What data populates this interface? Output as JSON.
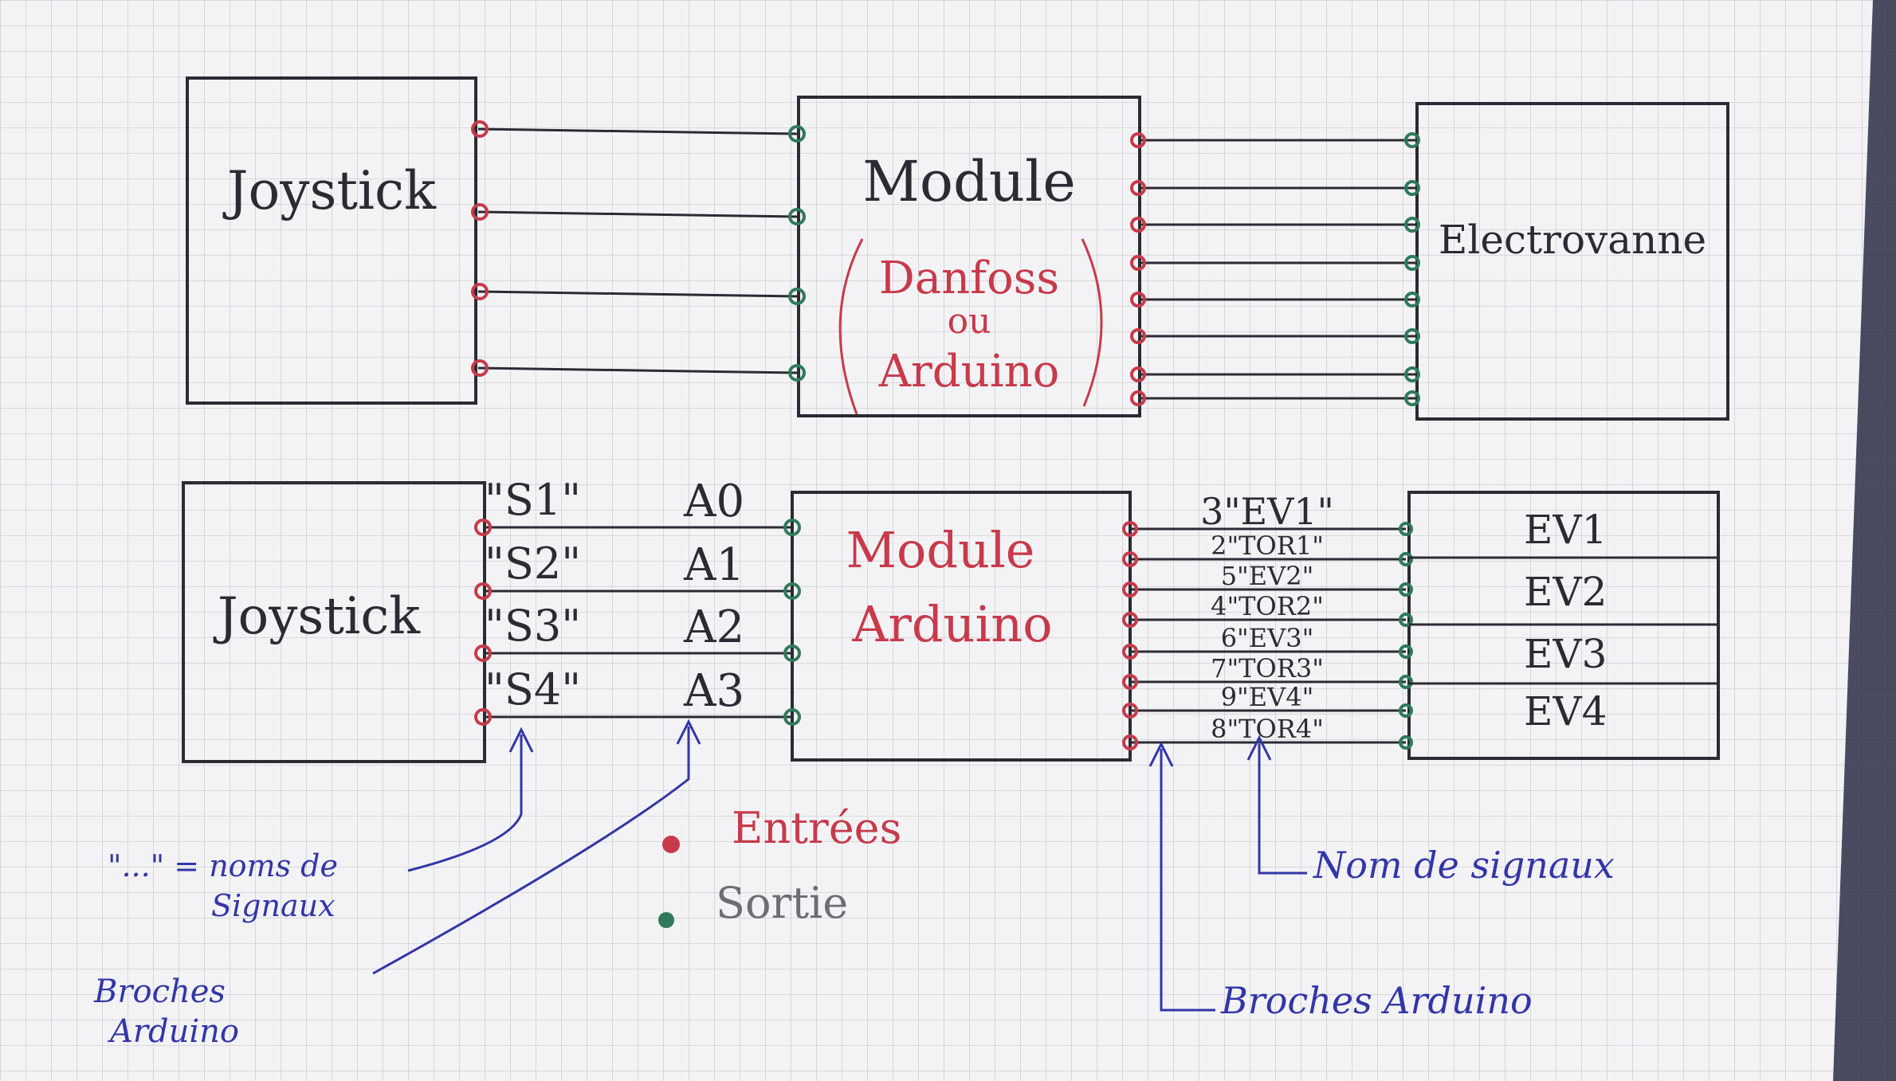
{
  "colors": {
    "paper": "#f3f3f6",
    "grid": "#cfd0d6",
    "ink": "#2b2b33",
    "red_ink": "#c83a4a",
    "green_ink": "#2f7a5a",
    "blue_ink": "#3236a8"
  },
  "top": {
    "joystick_label": "Joystick",
    "module_label": "Module",
    "module_options": [
      "Danfoss",
      "ou",
      "Arduino"
    ],
    "electrovanne_label": "Electrovanne"
  },
  "bottom": {
    "joystick_label": "Joystick",
    "module_label": [
      "Module",
      "Arduino"
    ],
    "inputs": [
      {
        "signal": "\"S1\"",
        "pin": "A0"
      },
      {
        "signal": "\"S2\"",
        "pin": "A1"
      },
      {
        "signal": "\"S3\"",
        "pin": "A2"
      },
      {
        "signal": "\"S4\"",
        "pin": "A3"
      }
    ],
    "outputs": [
      "3\"EV1\"",
      "2\"TOR1\"",
      "5\"EV2\"",
      "4\"TOR2\"",
      "6\"EV3\"",
      "7\"TOR3\"",
      "9\"EV4\"",
      "8\"TOR4\""
    ],
    "valves": [
      "EV1",
      "EV2",
      "EV3",
      "EV4"
    ]
  },
  "legend": {
    "signal_names_note": [
      "\"...\" = noms de",
      "Signaux"
    ],
    "pins_note": [
      "Broches",
      "Arduino"
    ],
    "inputs_label": "Entrées",
    "output_label": "Sortie",
    "signal_names_right": "Nom de signaux",
    "pins_right": "Broches Arduino"
  }
}
